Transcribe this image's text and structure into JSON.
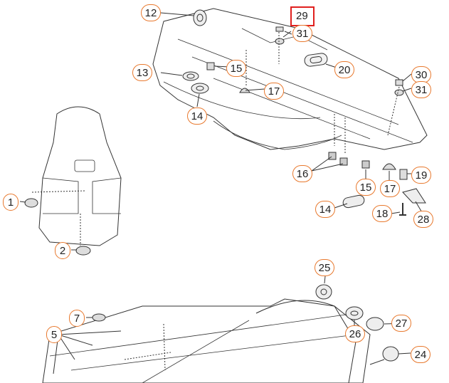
{
  "figure": {
    "highlighted_label": "29",
    "callouts": [
      {
        "id": "c12",
        "label": "12"
      },
      {
        "id": "c31a",
        "label": "31"
      },
      {
        "id": "c20",
        "label": "20"
      },
      {
        "id": "c13",
        "label": "13"
      },
      {
        "id": "c15a",
        "label": "15"
      },
      {
        "id": "c17a",
        "label": "17"
      },
      {
        "id": "c14a",
        "label": "14"
      },
      {
        "id": "c30",
        "label": "30"
      },
      {
        "id": "c31b",
        "label": "31"
      },
      {
        "id": "c16",
        "label": "16"
      },
      {
        "id": "c15b",
        "label": "15"
      },
      {
        "id": "c17b",
        "label": "17"
      },
      {
        "id": "c19",
        "label": "19"
      },
      {
        "id": "c1",
        "label": "1"
      },
      {
        "id": "c14b",
        "label": "14"
      },
      {
        "id": "c18",
        "label": "18"
      },
      {
        "id": "c28",
        "label": "28"
      },
      {
        "id": "c2",
        "label": "2"
      },
      {
        "id": "c25",
        "label": "25"
      },
      {
        "id": "c7",
        "label": "7"
      },
      {
        "id": "c27",
        "label": "27"
      },
      {
        "id": "c26",
        "label": "26"
      },
      {
        "id": "c5",
        "label": "5"
      },
      {
        "id": "c24",
        "label": "24"
      }
    ]
  },
  "colors": {
    "callout_border": "#e8792e",
    "highlight": "#e0201e",
    "line": "#333333"
  }
}
